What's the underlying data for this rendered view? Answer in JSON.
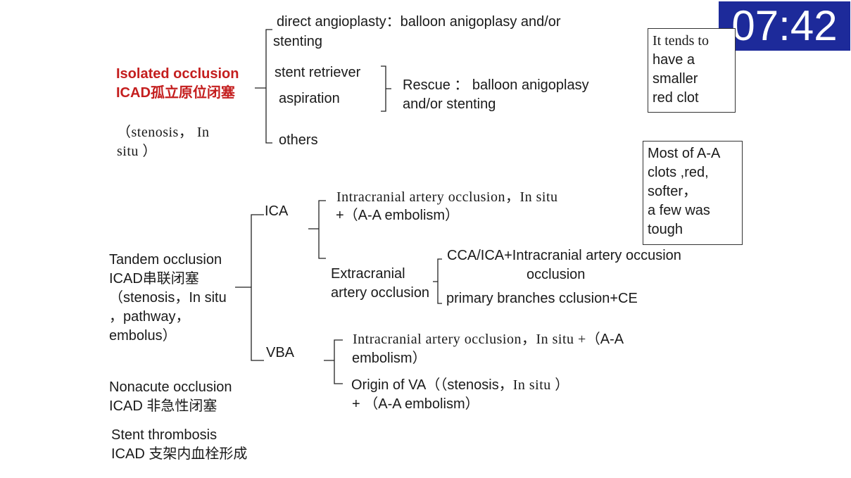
{
  "timer": "07:42",
  "isolated": {
    "title_line1": "Isolated occlusion",
    "title_line2": "ICAD孤立原位闭塞",
    "note_line1": "（stenosis， In",
    "note_line2": "situ ）",
    "branches": {
      "direct_line1": "direct  angioplasty：balloon anigoplasy and/or",
      "direct_line2": "stenting",
      "stent_retriever": "stent retriever",
      "aspiration": "aspiration",
      "others": "others"
    },
    "rescue_line1": "Rescue ：  balloon anigoplasy",
    "rescue_line2": "and/or stenting"
  },
  "box_small_clot": [
    "It tends to",
    "have a",
    "smaller",
    "red clot"
  ],
  "box_aa_clots": [
    "Most of A-A",
    "clots ,red,",
    "softer，",
    "a few was",
    "tough"
  ],
  "tandem": {
    "lines": [
      "Tandem occlusion",
      "ICAD串联闭塞",
      "（stenosis，In situ",
      "，pathway，",
      "embolus）"
    ],
    "ica": {
      "label": "ICA",
      "intracranial_line1": "Intracranial artery occlusion，In situ",
      "intracranial_line2": "+（A-A embolism）",
      "extracranial_line1": "Extracranial",
      "extracranial_line2": "artery occlusion",
      "cca_line1": "CCA/ICA+Intracranial artery occusion",
      "cca_line2": "occlusion",
      "primary": "primary branches cclusion+CE"
    },
    "vba": {
      "label": "VBA",
      "intracranial_line1a": "Intracranial artery occlusion，In situ +",
      "intracranial_line1b": "（A-A",
      "intracranial_line2": "embolism）",
      "origin_line1a": "Origin of VA（（stenosis，",
      "origin_line1b": "In situ ）",
      "origin_line2": "+ （A-A embolism）"
    }
  },
  "nonacute": {
    "line1": "Nonacute occlusion",
    "line2": "ICAD 非急性闭塞"
  },
  "stent_thrombosis": {
    "line1": "Stent thrombosis",
    "line2": "ICAD 支架内血栓形成"
  }
}
